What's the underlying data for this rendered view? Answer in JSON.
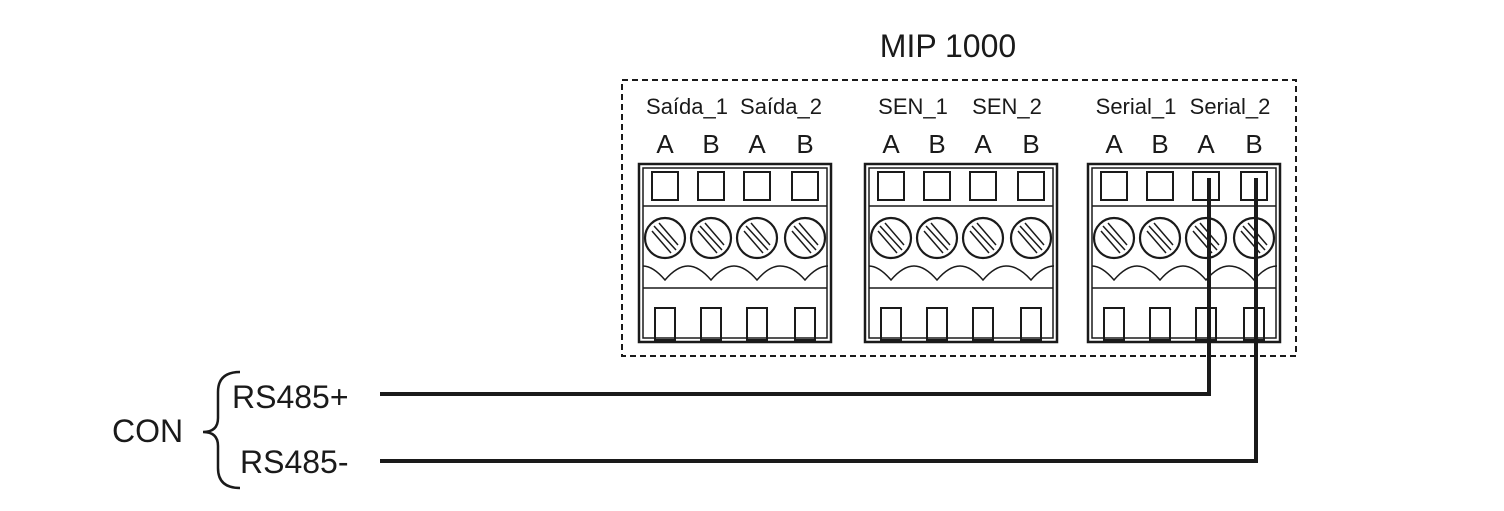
{
  "diagram": {
    "device_title": "MIP 1000",
    "blocks": [
      {
        "groups": [
          "Saída_1",
          "Saída_2"
        ],
        "terminals": [
          "A",
          "B",
          "A",
          "B"
        ]
      },
      {
        "groups": [
          "SEN_1",
          "SEN_2"
        ],
        "terminals": [
          "A",
          "B",
          "A",
          "B"
        ]
      },
      {
        "groups": [
          "Serial_1",
          "Serial_2"
        ],
        "terminals": [
          "A",
          "B",
          "A",
          "B"
        ]
      }
    ],
    "connector": {
      "label": "CON",
      "wires": [
        {
          "label": "RS485+",
          "connects_to": "Serial_2 A"
        },
        {
          "label": "RS485-",
          "connects_to": "Serial_2 B"
        }
      ]
    },
    "colors": {
      "ink": "#1a1a1a",
      "background": "#ffffff"
    }
  }
}
